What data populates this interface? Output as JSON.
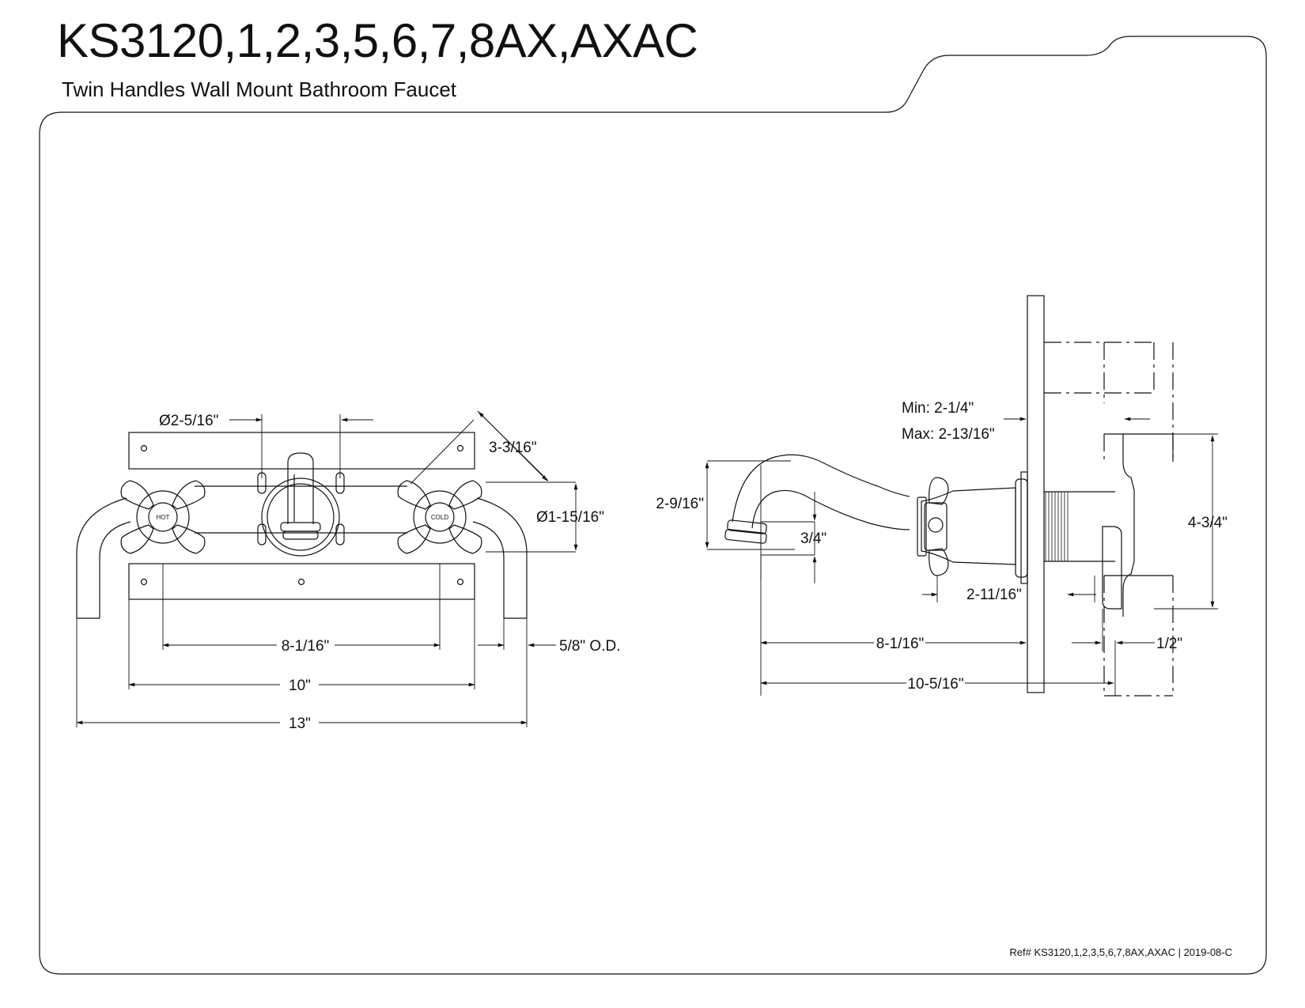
{
  "header": {
    "title": "KS3120,1,2,3,5,6,7,8AX,AXAC",
    "subtitle": "Twin Handles Wall Mount Bathroom Faucet"
  },
  "front_view": {
    "handle_left_label": "HOT",
    "handle_right_label": "COLD",
    "dims": {
      "flange_dia": "Ø2-5/16\"",
      "handle_reach": "3-3/16\"",
      "handle_dia": "Ø1-15/16\"",
      "center_spread": "8-1/16\"",
      "plate_width": "10\"",
      "overall_width": "13\"",
      "pipe_od": "5/8\" O.D."
    }
  },
  "side_view": {
    "dims": {
      "wall_min": "Min: 2-1/4\"",
      "wall_max": "Max: 2-13/16\"",
      "spout_height": "2-9/16\"",
      "spout_opening": "3/4\"",
      "handle_offset": "2-11/16\"",
      "valve_height": "4-3/4\"",
      "spout_reach": "8-1/16\"",
      "overall_depth": "10-5/16\"",
      "outlet": "1/2\""
    }
  },
  "footer": {
    "ref": "Ref# KS3120,1,2,3,5,6,7,8AX,AXAC | 2019-08-C"
  }
}
